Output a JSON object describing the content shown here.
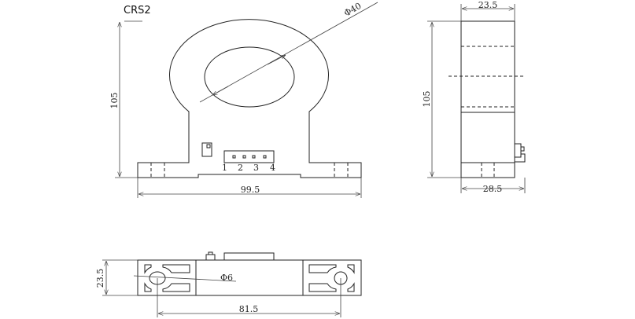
{
  "title": "CRS2",
  "front_view": {
    "height_dim": "105",
    "width_dim": "99.5",
    "hole_diameter": "Φ40",
    "pin_labels": [
      "1",
      "2",
      "3",
      "4"
    ]
  },
  "side_view": {
    "top_width_dim": "23.5",
    "height_dim": "105",
    "bottom_width_dim": "28.5"
  },
  "bottom_view": {
    "depth_dim": "23.5",
    "mount_hole_diameter": "Φ6",
    "hole_spacing_dim": "81.5"
  }
}
